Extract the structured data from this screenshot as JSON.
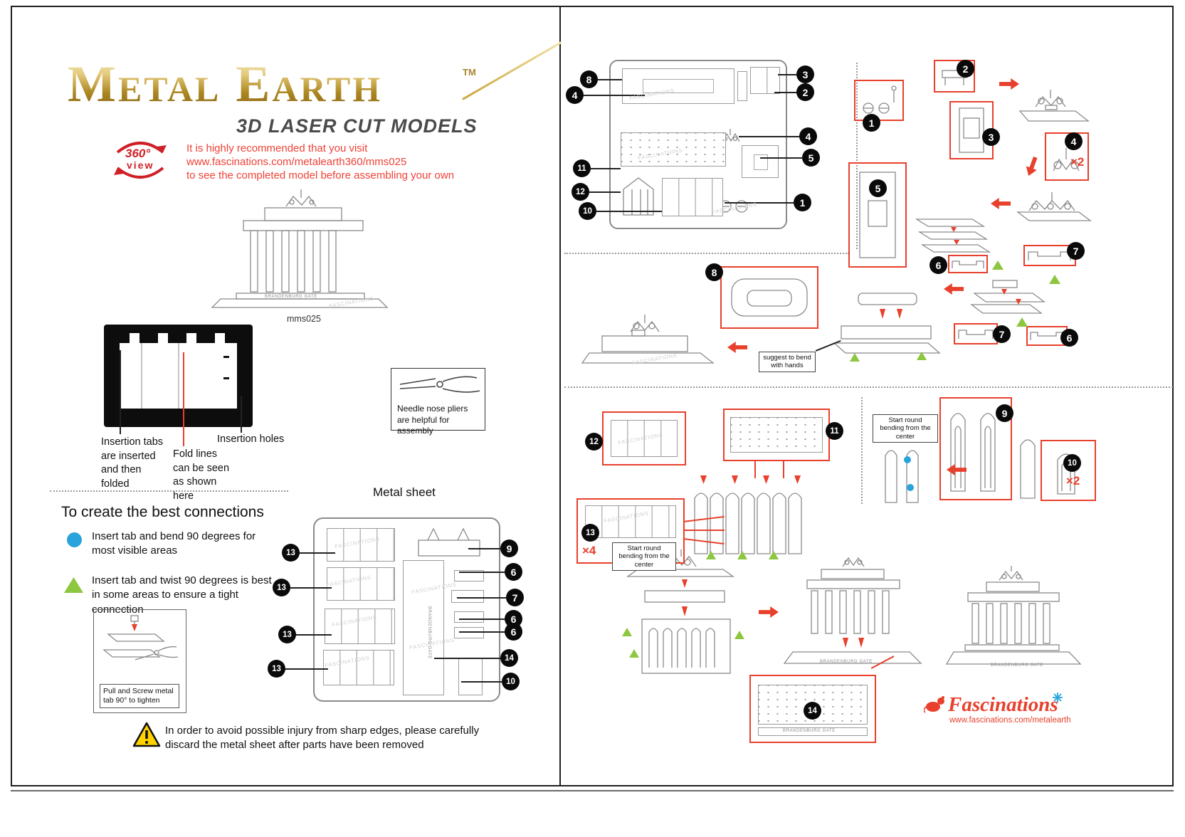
{
  "watermark": "FASCINATIONS",
  "gate_label": "BRANDENBURG GATE",
  "left": {
    "logo": {
      "title": "Metal Earth",
      "tm": "TM",
      "subtitle": "3D LASER CUT MODELS"
    },
    "view360": {
      "badge_top": "360°",
      "badge_bottom": "view",
      "line1": "It is highly recommended that you visit",
      "line2": "www.fascinations.com/metalearth360/mms025",
      "line3": "to see the completed model before assembling your own"
    },
    "model_sku": "mms025",
    "legend": {
      "tabs": "Insertion tabs are inserted and then folded",
      "fold": "Fold lines can be seen as shown here",
      "holes": "Insertion holes"
    },
    "pliers_note": "Needle nose pliers are helpful for assembly",
    "connections": {
      "heading": "To create the best connections",
      "circle_tip": "Insert tab and bend 90 degrees for most visible areas",
      "triangle_tip": "Insert tab and twist 90 degrees is best in some areas to ensure a tight connection",
      "pull_note": "Pull and Screw metal tab 90° to tighten"
    },
    "sheet": {
      "title": "Metal sheet",
      "left_callouts": [
        "13",
        "13",
        "13",
        "13"
      ],
      "right_callouts": [
        "9",
        "6",
        "7",
        "6",
        "6",
        "14",
        "10"
      ]
    },
    "warning": "In order to avoid possible injury from sharp edges, please carefully discard the metal sheet after parts have been removed"
  },
  "right": {
    "map": {
      "left_callouts": [
        "8",
        "4",
        "11",
        "12",
        "10"
      ],
      "right_callouts": [
        "3",
        "2",
        "4",
        "5",
        "1"
      ]
    },
    "steps": {
      "s1": "1",
      "s2": "2",
      "s3": "3",
      "s4": "4",
      "s5": "5",
      "s6": "6",
      "s7": "7",
      "s8": "8",
      "s9": "9",
      "s10": "10",
      "s11": "11",
      "s12": "12",
      "s13": "13",
      "s14": "14"
    },
    "qty": {
      "step4": "×2",
      "step10": "×2",
      "step13": "×4"
    },
    "notes": {
      "hands": "suggest to bend with hands",
      "round_a": "Start round bending from the center",
      "round_b": "Start round bending from the center"
    },
    "footer": {
      "brand": "Fascinations",
      "url": "www.fascinations.com/metalearth"
    }
  },
  "colors": {
    "accent_red": "#e8402c",
    "tip_blue": "#29a3dc",
    "tip_green": "#8dc63f",
    "warning_yellow": "#ffd200",
    "gold": "#c3a145"
  }
}
